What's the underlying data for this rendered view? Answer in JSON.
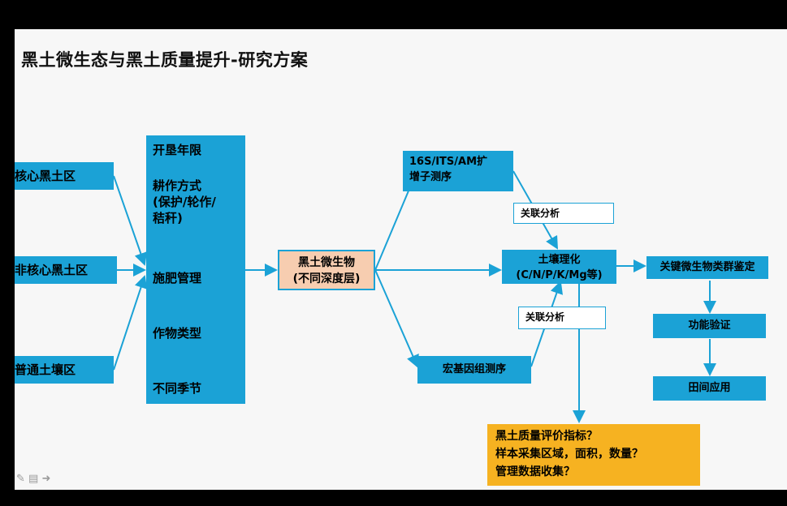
{
  "title": "黑土微生态与黑土质量提升-研究方案",
  "regions": [
    "核心黑土区",
    "非核心黑土区",
    "普通土壤区"
  ],
  "factors": [
    "开垦年限",
    "耕作方式",
    "(保护/轮作/",
    "秸秆)",
    "施肥管理",
    "作物类型",
    "不同季节"
  ],
  "microbe": [
    "黑土微生物",
    "(不同深度层)"
  ],
  "seq_top": [
    "16S/ITS/AM扩",
    "增子测序"
  ],
  "seq_bottom": "宏基因组测序",
  "soil": [
    "土壤理化",
    "(C/N/P/K/Mg等)"
  ],
  "assoc_top": "关联分析",
  "assoc_bottom": "关联分析",
  "right_chain": [
    "关键微生物类群鉴定",
    "功能验证",
    "田间应用"
  ],
  "questions": [
    "黑土质量评价指标？",
    "样本采集区域，面积，数量？",
    "管理数据收集？"
  ],
  "toolbar_icons": [
    "pencil-icon",
    "menu-icon",
    "arrow-right-icon"
  ],
  "colors": {
    "box": "#1ba2d6",
    "microbe": "#f7cdb0",
    "question": "#f6b221"
  }
}
